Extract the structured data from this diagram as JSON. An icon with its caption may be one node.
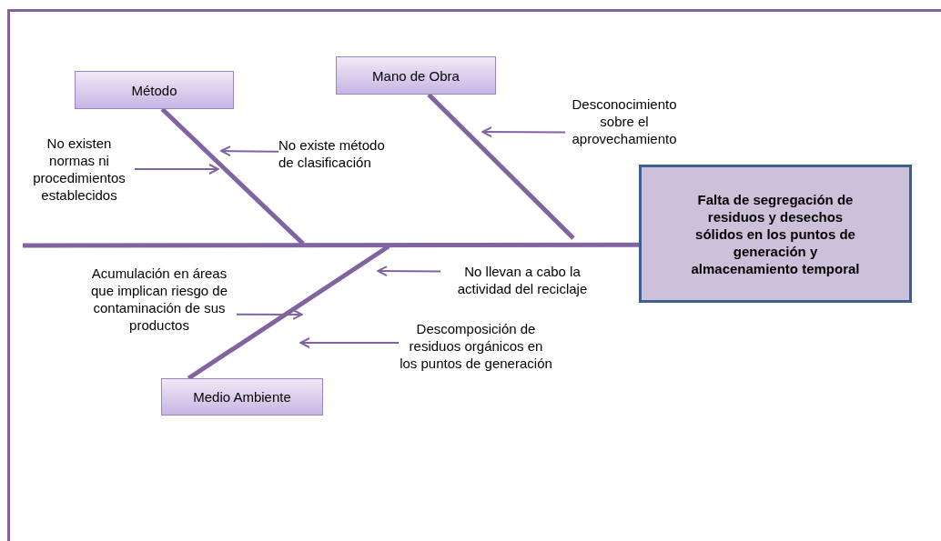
{
  "diagram": {
    "nodes": [
      {
        "text": [
          "Método"
        ]
      },
      {
        "text": [
          "Mano de Obra"
        ]
      },
      {
        "text": [
          "Medio Ambiente"
        ]
      },
      {
        "text": [
          "Falta de segregación de residuos y desechos sólidos en los puntos de generación y almacenamiento temporal"
        ]
      },
      {
        "text": [
          "No existen normas ni procedimientos establecidos"
        ]
      },
      {
        "text": [
          "No existe método de clasificación"
        ]
      },
      {
        "text": [
          "Desconocimiento sobre el aprovechamiento"
        ]
      },
      {
        "text": [
          "No llevan a cabo la actividad del reciclaje"
        ]
      },
      {
        "text": [
          "Acumulación en áreas que implican riesgo de contaminación de sus productos"
        ]
      },
      {
        "text": [
          "Descomposición de residuos orgánicos en los puntos de generación"
        ]
      }
    ],
    "edges": [
      {
        "from": null,
        "to": 3,
        "arrow": "none",
        "style": "thick"
      },
      {
        "from": 0,
        "to": null,
        "arrow": "none",
        "style": "thick"
      },
      {
        "from": 1,
        "to": null,
        "arrow": "none",
        "style": "thick"
      },
      {
        "from": 2,
        "to": null,
        "arrow": "none",
        "style": "thick"
      },
      {
        "from": 4,
        "to": null,
        "arrow": "to"
      },
      {
        "from": 5,
        "to": null,
        "arrow": "to"
      },
      {
        "from": 6,
        "to": null,
        "arrow": "to"
      },
      {
        "from": 7,
        "to": null,
        "arrow": "to"
      },
      {
        "from": 8,
        "to": null,
        "arrow": "to"
      },
      {
        "from": 9,
        "to": null,
        "arrow": "to"
      }
    ]
  }
}
